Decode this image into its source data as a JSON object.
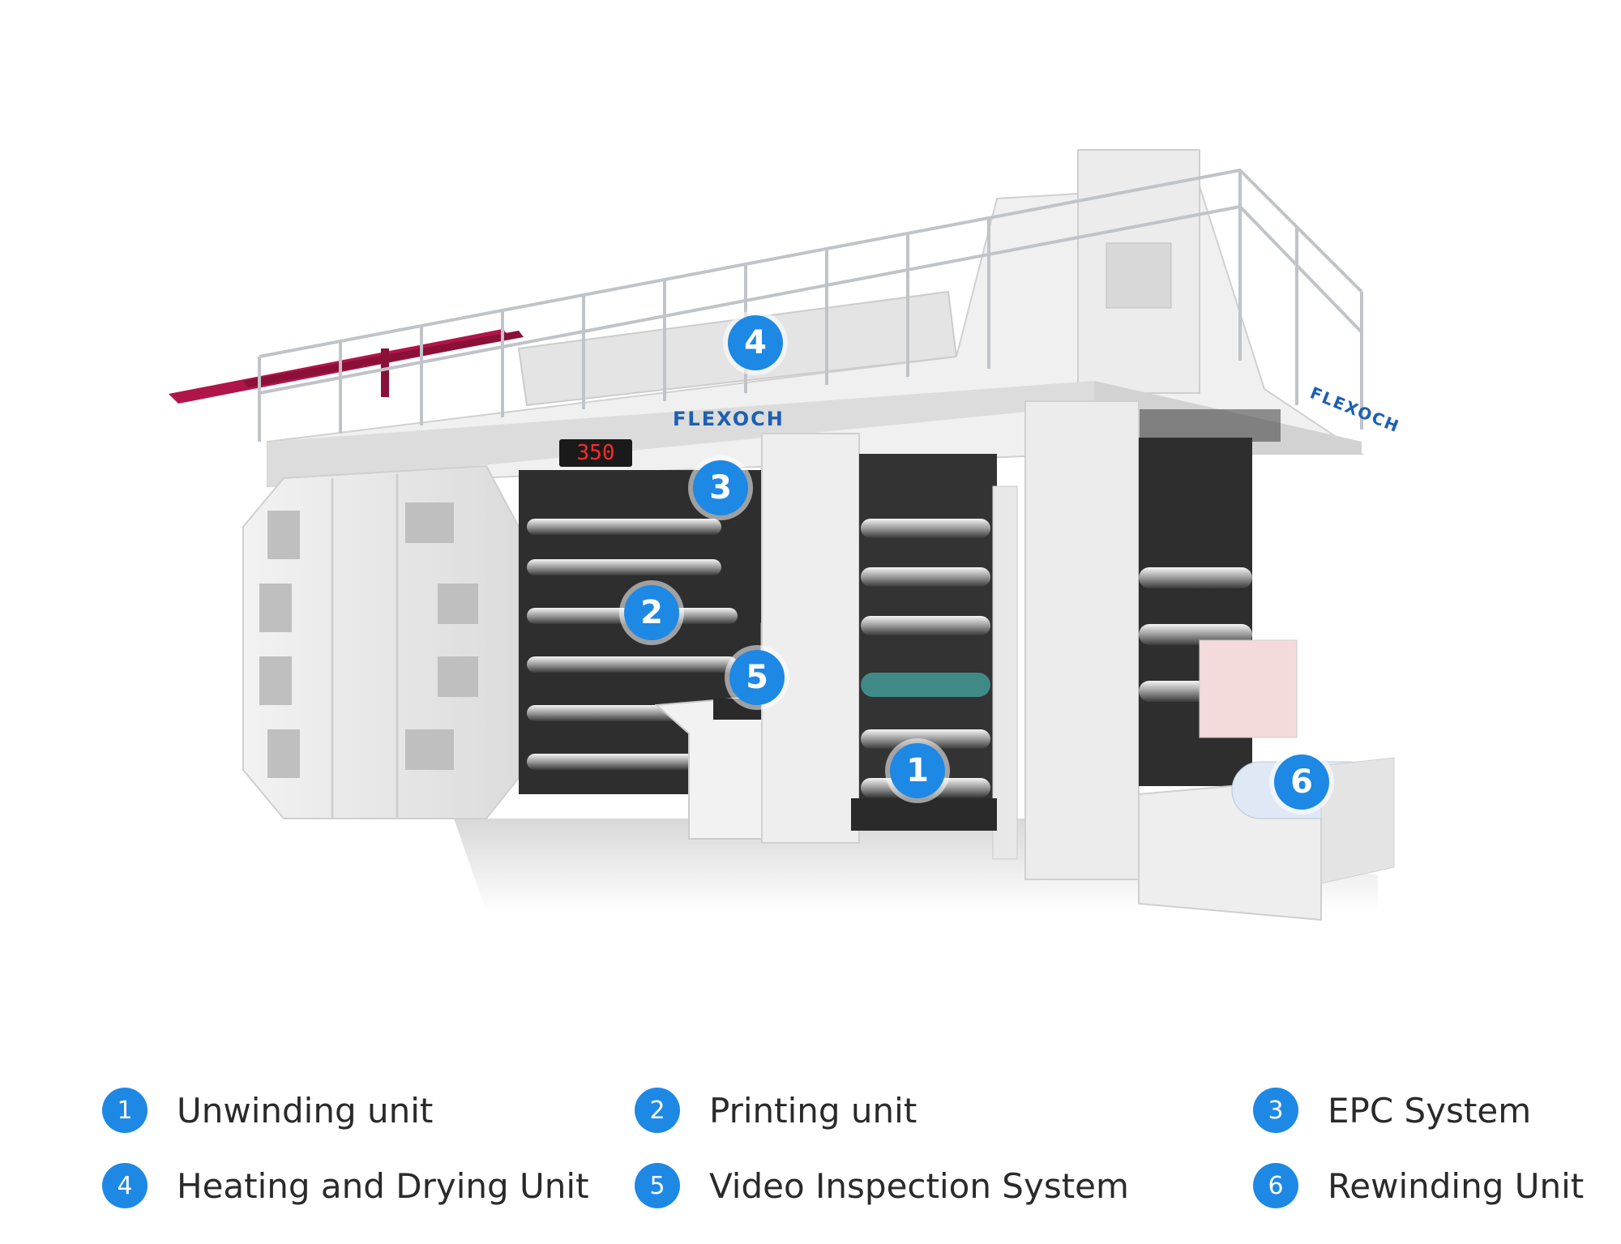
{
  "machine": {
    "brand": "FLEXOCH",
    "readout": "350",
    "accent_color": "#1e88e5",
    "frame_color": "#e9e9e9",
    "rail_color": "#c0c4c8",
    "red_beam_color": "#b0154a"
  },
  "markers": [
    {
      "num": "1"
    },
    {
      "num": "2"
    },
    {
      "num": "3"
    },
    {
      "num": "4"
    },
    {
      "num": "5"
    },
    {
      "num": "6"
    }
  ],
  "legend": [
    {
      "num": "1",
      "label": "Unwinding unit"
    },
    {
      "num": "2",
      "label": "Printing unit"
    },
    {
      "num": "3",
      "label": "EPC System"
    },
    {
      "num": "4",
      "label": "Heating and Drying Unit"
    },
    {
      "num": "5",
      "label": "Video Inspection System"
    },
    {
      "num": "6",
      "label": "Rewinding Unit"
    }
  ]
}
